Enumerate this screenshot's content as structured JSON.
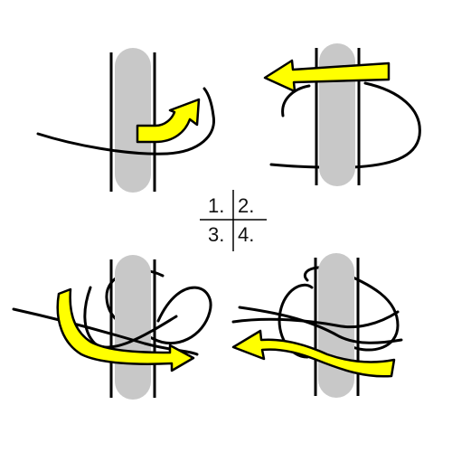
{
  "diagram": {
    "colors": {
      "background": "#ffffff",
      "post_fill": "#c8c8c8",
      "post_edge": "#c0c0c0",
      "line": "#000000",
      "arrow_fill": "#ffff00",
      "arrow_stroke": "#000000"
    },
    "panels": [
      {
        "number": "1.",
        "arrow": "curved-up-right"
      },
      {
        "number": "2.",
        "arrow": "left"
      },
      {
        "number": "3.",
        "arrow": "down-then-right"
      },
      {
        "number": "4.",
        "arrow": "curved-left"
      }
    ],
    "legend": {
      "labels": [
        "1.",
        "2.",
        "3.",
        "4."
      ]
    }
  }
}
